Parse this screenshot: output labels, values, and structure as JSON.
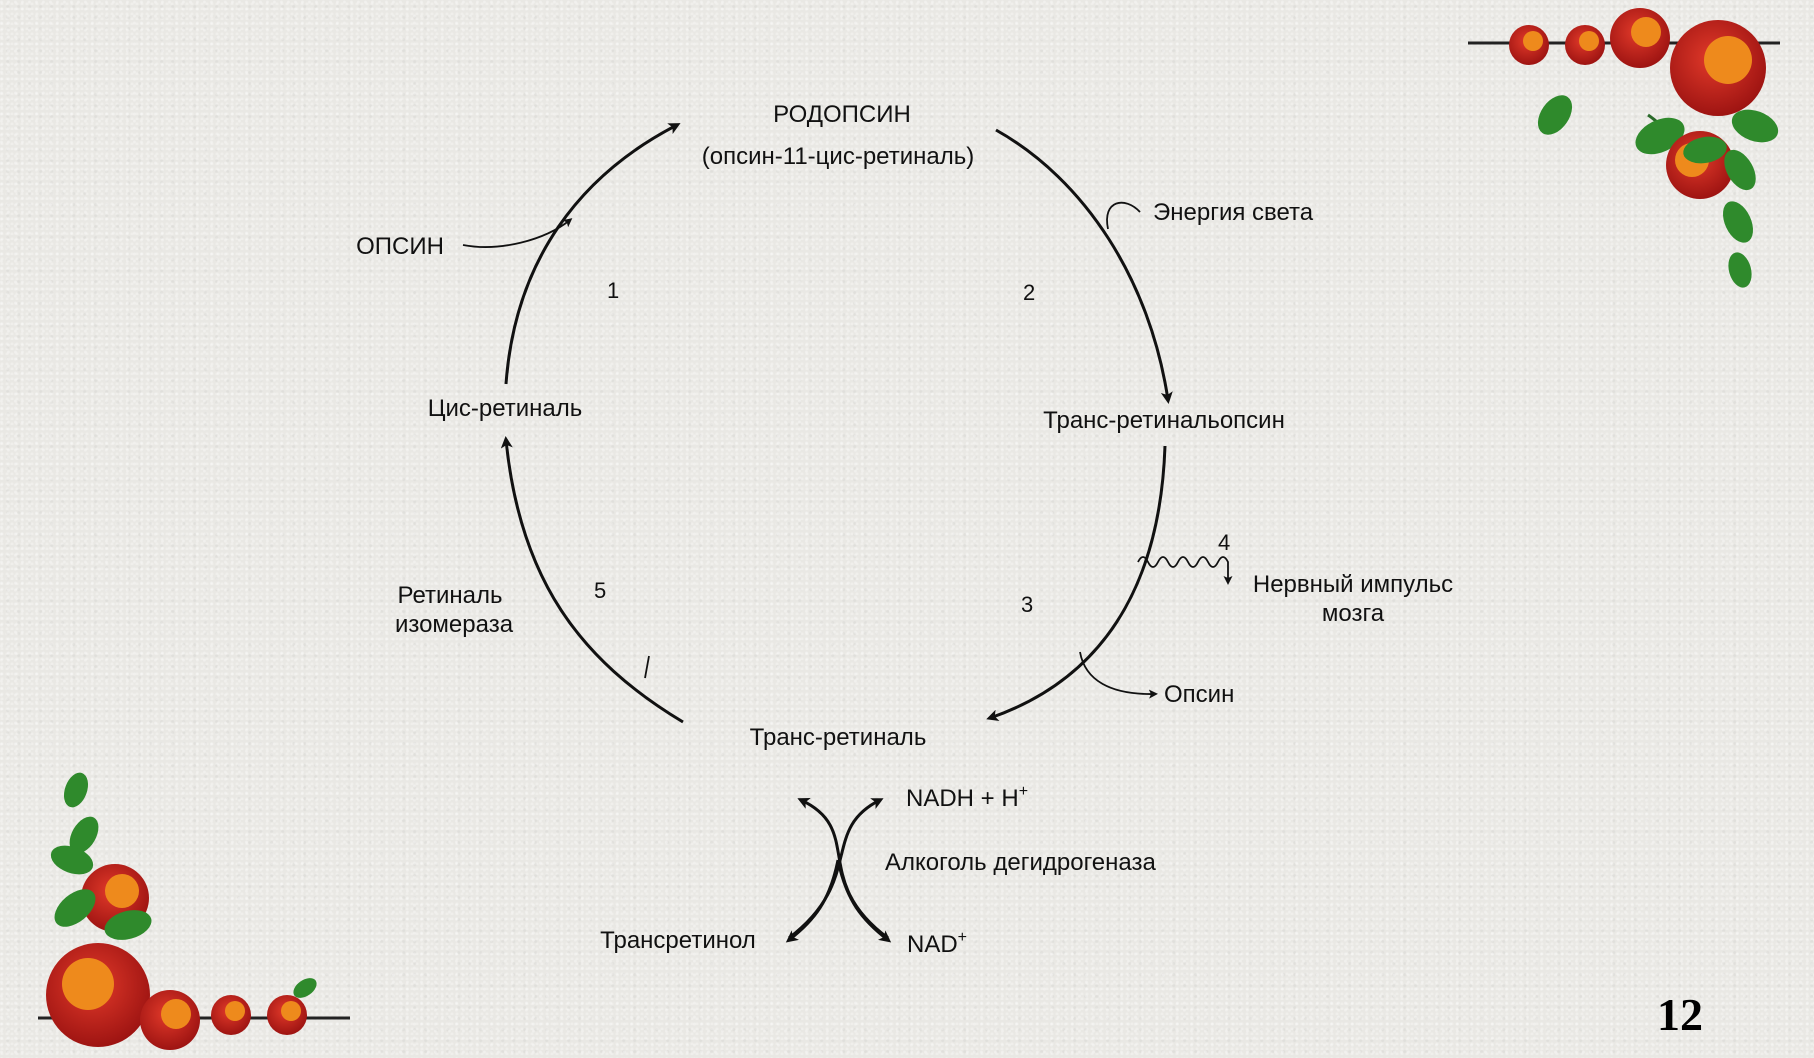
{
  "nodes": {
    "rhodopsin": "РОДОПСИН",
    "rhodopsin_sub": "(опсин-11-цис-ретиналь)",
    "trans_retinal_opsin": "Транс-ретинальопсин",
    "trans_retinal": "Транс-ретиналь",
    "cis_retinal": "Цис-ретиналь"
  },
  "inputs": {
    "opsin_in": "ОПСИН",
    "light_energy": "Энергия света",
    "opsin_out": "Опсин",
    "nerve_impulse_line1": "Нервный импульс",
    "nerve_impulse_line2": "мозга",
    "isomerase_line1": "Ретиналь",
    "isomerase_line2": "изомераза"
  },
  "steps": [
    "1",
    "2",
    "3",
    "4",
    "5"
  ],
  "reduction": {
    "nadh": "NADH + H",
    "nadh_sup": "+",
    "enzyme": "Алкоголь дегидрогеназа",
    "transretinol": "Трансретинол",
    "nad": "NAD",
    "nad_sup": "+"
  },
  "page_number": "12",
  "colors": {
    "fruit_red": "#c8201e",
    "fruit_orange": "#ee8a1c",
    "leaf_green": "#2f8a2c"
  }
}
